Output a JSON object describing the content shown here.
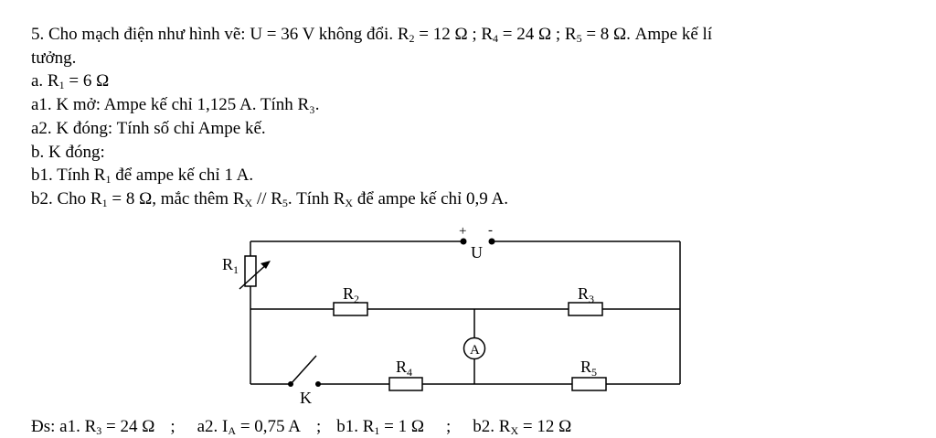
{
  "problem": {
    "l1": {
      "a": "5. Cho mạch điện như hình vẽ: U = 36 V không đổi. R",
      "s1": "2",
      "b": " = 12 Ω ; R",
      "s2": "4",
      "c": " = 24 Ω ; R",
      "s3": "5",
      "d": " = 8 Ω. Ampe kế lí"
    },
    "l2": "tưởng.",
    "l3": {
      "a": "a. R",
      "s": "1",
      "b": " = 6 Ω"
    },
    "l4": "a1. K mở: Ampe kế chỉ 1,125 A. Tính R₃.",
    "l5": "a2. K đóng: Tính số chỉ Ampe kế.",
    "l6": "b. K đóng:",
    "l7": {
      "a": "b1. Tính R",
      "s": "1",
      "b": " để ampe kế chỉ 1 A."
    },
    "l8": {
      "a": "b2. Cho R",
      "s1": "1",
      "b": " = 8 Ω, mắc thêm R",
      "s2": "X",
      "c": " // R",
      "s3": "5",
      "d": ". Tính R",
      "s4": "X",
      "e": " để ampe kế chỉ 0,9 A."
    }
  },
  "circuit": {
    "plus": "+",
    "minus": "-",
    "source_label": "U",
    "r1": {
      "main": "R",
      "sub": "1"
    },
    "r2": {
      "main": "R",
      "sub": "2"
    },
    "r3": {
      "main": "R",
      "sub": "3"
    },
    "r4": {
      "main": "R",
      "sub": "4"
    },
    "r5": {
      "main": "R",
      "sub": "5"
    },
    "ammeter": "A",
    "switch": "K"
  },
  "answers": {
    "a1": {
      "a": "Đs: a1. R",
      "s": "3",
      "b": " = 24 Ω"
    },
    "sep": ";",
    "a2": {
      "a": "a2. I",
      "s": "A",
      "b": " = 0,75 A"
    },
    "b1": {
      "a": "b1. R",
      "s": "1",
      "b": " = 1 Ω"
    },
    "b2": {
      "a": "b2. R",
      "s": "X",
      "b": " = 12 Ω"
    }
  }
}
